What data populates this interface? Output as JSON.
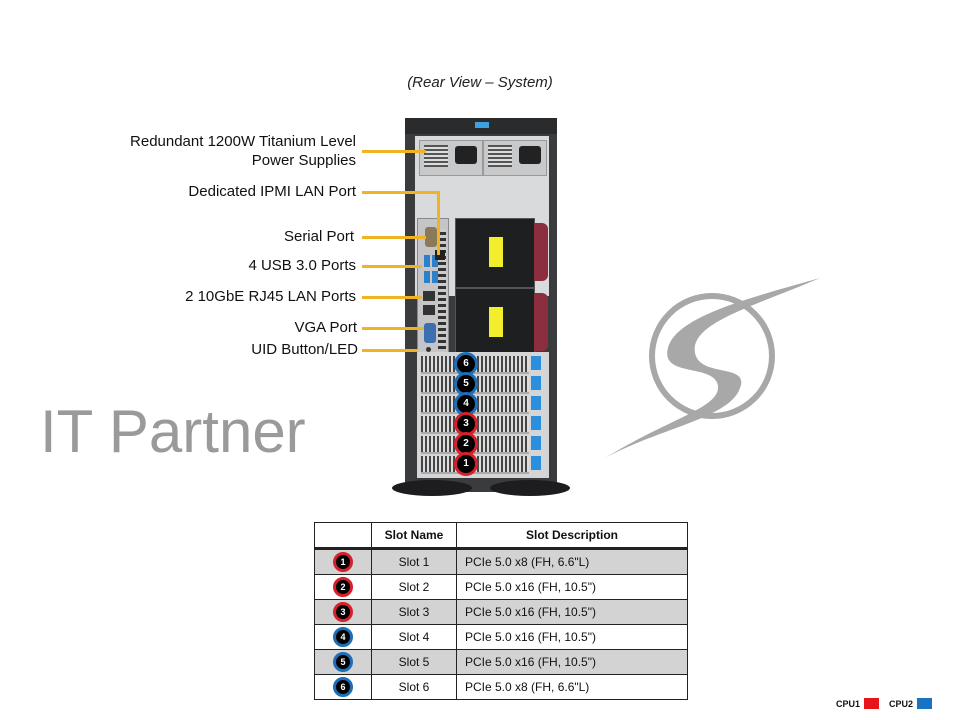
{
  "caption": "(Rear View – System)",
  "callouts": [
    {
      "line1": "Redundant  1200W Titanium  Level",
      "line2": "Power Supplies"
    },
    {
      "line1": "Dedicated IPMI  LAN Port"
    },
    {
      "line1": "Serial Port"
    },
    {
      "line1": "4 USB 3.0 Ports"
    },
    {
      "line1": "2 10GbE RJ45 LAN Ports"
    },
    {
      "line1": "VGA Port"
    },
    {
      "line1": "UID  Button/LED"
    }
  ],
  "watermark": {
    "text": "IT Partner",
    "logo_icon": "swoosh-s-logo"
  },
  "slot_badges": [
    {
      "number": "6",
      "cpu": "CPU2"
    },
    {
      "number": "5",
      "cpu": "CPU2"
    },
    {
      "number": "4",
      "cpu": "CPU2"
    },
    {
      "number": "3",
      "cpu": "CPU1"
    },
    {
      "number": "2",
      "cpu": "CPU1"
    },
    {
      "number": "1",
      "cpu": "CPU1"
    }
  ],
  "table": {
    "headers": [
      "",
      "Slot Name",
      "Slot Description"
    ],
    "rows": [
      {
        "number": "1",
        "cpu": "CPU1",
        "name": "Slot 1",
        "description": "PCIe  5.0 x8 (FH, 6.6\"L)"
      },
      {
        "number": "2",
        "cpu": "CPU1",
        "name": "Slot 2",
        "description": "PCIe  5.0 x16 (FH,  10.5\")"
      },
      {
        "number": "3",
        "cpu": "CPU1",
        "name": "Slot 3",
        "description": "PCIe  5.0 x16 (FH,  10.5\")"
      },
      {
        "number": "4",
        "cpu": "CPU2",
        "name": "Slot 4",
        "description": "PCIe  5.0 x16 (FH,  10.5\")"
      },
      {
        "number": "5",
        "cpu": "CPU2",
        "name": "Slot 5",
        "description": "PCIe  5.0 x16 (FH,  10.5\")"
      },
      {
        "number": "6",
        "cpu": "CPU2",
        "name": "Slot 6",
        "description": "PCIe  5.0 x8 (FH, 6.6\"L)"
      }
    ]
  },
  "legend": [
    {
      "label": "CPU1",
      "color": "#e8141c"
    },
    {
      "label": "CPU2",
      "color": "#1a73c2"
    }
  ],
  "colors": {
    "callout_line": "#f0b323",
    "cpu1_ring": "#d6202a",
    "cpu2_ring": "#1e6eb6"
  }
}
